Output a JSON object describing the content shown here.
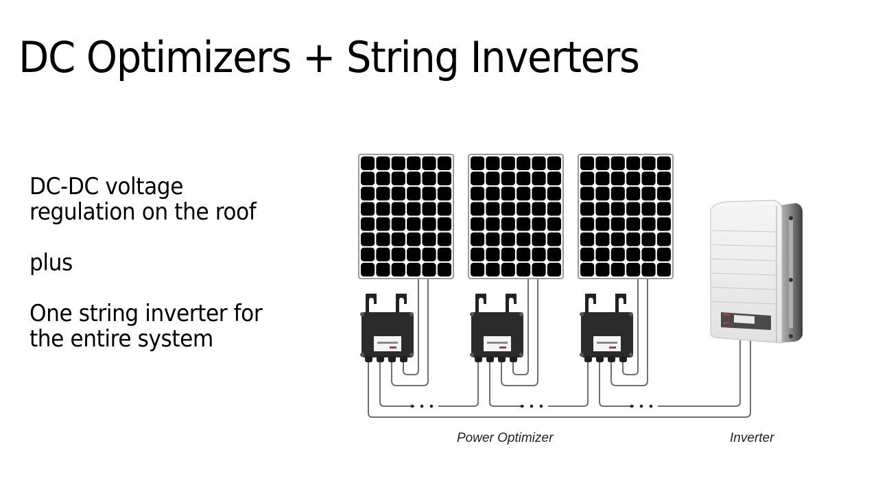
{
  "slide": {
    "title": "DC Optimizers + String Inverters",
    "bullets": [
      "DC-DC voltage\nregulation on the roof",
      "plus",
      "One string inverter for\nthe entire system"
    ]
  },
  "diagram": {
    "panel_count": 3,
    "panel_cells": {
      "columns": 6,
      "rows": 8
    },
    "continuation_marker": "• • •",
    "labels": {
      "optimizer": "Power Optimizer",
      "inverter": "Inverter"
    },
    "colors": {
      "cell": "#000000",
      "frame": "#9a9a9a",
      "wire": "#6e6e6e",
      "optimizer_body": "#2b2b2b",
      "inverter_body": "#eeeeee",
      "accent_red": "#d62a2a"
    }
  }
}
